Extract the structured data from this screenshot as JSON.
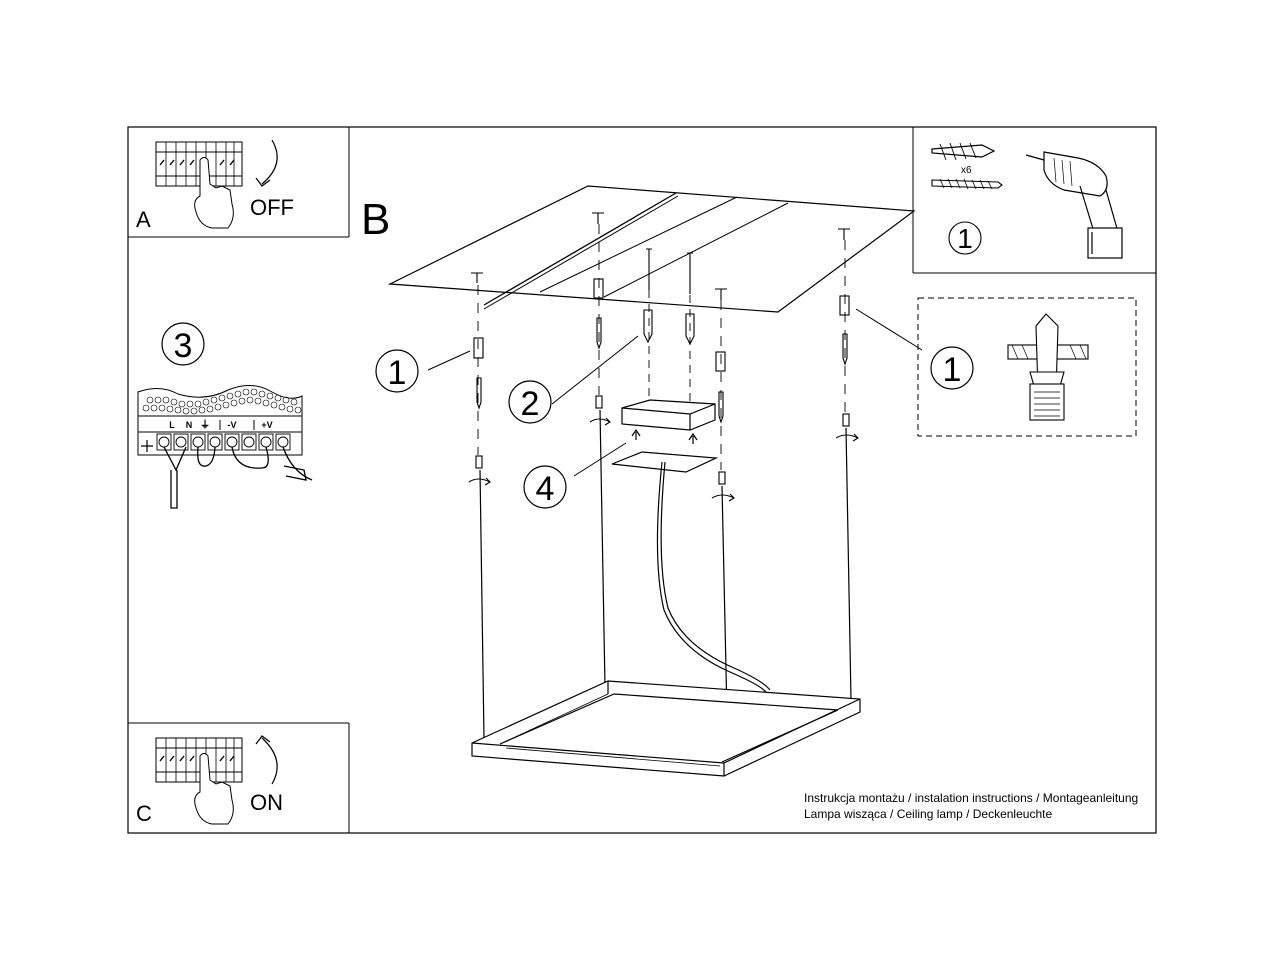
{
  "panel_a": {
    "letter": "A",
    "action": "OFF"
  },
  "panel_c": {
    "letter": "C",
    "action": "ON"
  },
  "panel_b": {
    "letter": "B"
  },
  "step_3": {
    "number": "3",
    "terminals": [
      "L",
      "N",
      "⏚",
      "-V",
      "+V"
    ]
  },
  "parts": {
    "count": "x6",
    "step": "1"
  },
  "callouts": {
    "anchor_left": "1",
    "cable": "2",
    "canopy": "4",
    "detail": "1"
  },
  "caption": {
    "line1": "Instrukcja montażu / instalation instructions / Montageanleitung",
    "line2": "Lampa wisząca / Ceiling lamp / Deckenleuchte"
  },
  "colors": {
    "line": "#000000",
    "background": "#ffffff"
  }
}
